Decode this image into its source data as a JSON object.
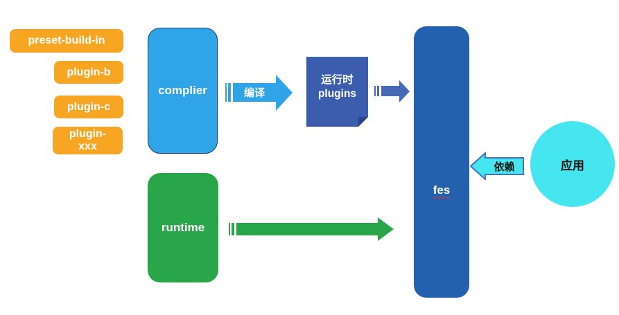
{
  "diagram": {
    "plugins_stack": {
      "fill": "#F6A623",
      "text_color": "#ffffff",
      "items": [
        {
          "label": "preset-build-in"
        },
        {
          "label": "plugin-b"
        },
        {
          "label": "plugin-c"
        },
        {
          "label": "plugin-xxx"
        }
      ]
    },
    "complier": {
      "label": "complier",
      "fill": "#2FA4E9",
      "border": "#1F3864"
    },
    "compile_arrow": {
      "label": "编译",
      "fill": "#2FA4E9"
    },
    "runtime_plugins": {
      "label_zh": "运行时",
      "label_en": "plugins",
      "fill": "#3C5DAD",
      "fold": "#2B4487"
    },
    "plugins_to_fes_arrow": {
      "fill": "#4769B5"
    },
    "fes": {
      "label": "fes",
      "fill": "#2361AE",
      "spellcheck_underline": "#e03030"
    },
    "depends_arrow": {
      "label": "依赖",
      "fill": "#45E6F0",
      "border": "#4472C4"
    },
    "app": {
      "label": "应用",
      "fill": "#45E6F0"
    },
    "runtime": {
      "label": "runtime",
      "fill": "#2AA64A"
    },
    "runtime_arrow": {
      "fill": "#2AA64A"
    }
  }
}
